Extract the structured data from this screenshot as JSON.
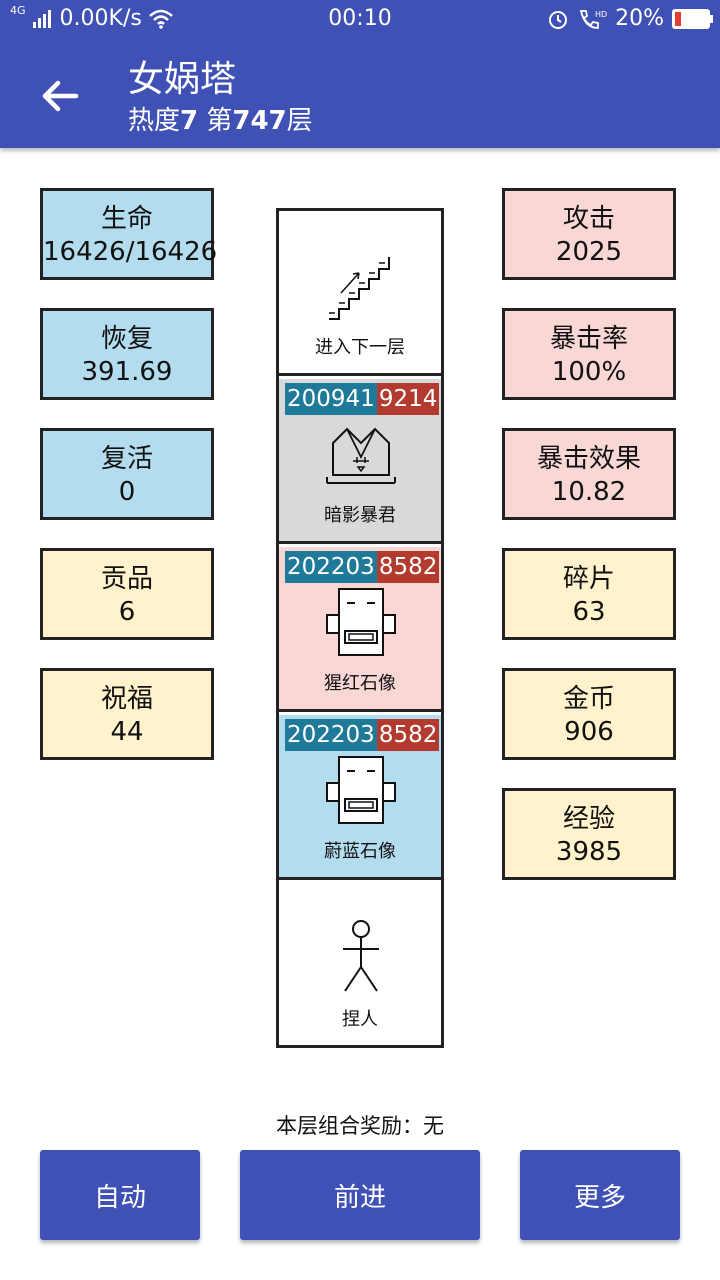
{
  "status_bar": {
    "network": "4G",
    "speed": "0.00K/s",
    "time": "00:10",
    "battery": "20%"
  },
  "app_bar": {
    "title": "女娲塔",
    "subtitle_prefix": "热度",
    "heat": "7",
    "floor_prefix": " 第",
    "floor": "747",
    "floor_suffix": "层"
  },
  "left_stats": [
    {
      "label": "生命",
      "value": "16426/16426"
    },
    {
      "label": "恢复",
      "value": "391.69"
    },
    {
      "label": "复活",
      "value": "0"
    },
    {
      "label": "贡品",
      "value": "6"
    },
    {
      "label": "祝福",
      "value": "44"
    }
  ],
  "right_stats": [
    {
      "label": "攻击",
      "value": "2025"
    },
    {
      "label": "暴击率",
      "value": "100%"
    },
    {
      "label": "暴击效果",
      "value": "10.82"
    },
    {
      "label": "碎片",
      "value": "63"
    },
    {
      "label": "金币",
      "value": "906"
    },
    {
      "label": "经验",
      "value": "3985"
    }
  ],
  "tower": [
    {
      "name": "进入下一层",
      "icon": "stairs-icon"
    },
    {
      "name": "暗影暴君",
      "hp": "200941",
      "atk": "9214",
      "icon": "tyrant-icon"
    },
    {
      "name": "猩红石像",
      "hp": "202203",
      "atk": "8582",
      "icon": "statue-icon"
    },
    {
      "name": "蔚蓝石像",
      "hp": "202203",
      "atk": "8582",
      "icon": "statue-icon"
    },
    {
      "name": "捏人",
      "icon": "stick-figure-icon"
    }
  ],
  "reward_text": "本层组合奖励：无",
  "buttons": {
    "auto": "自动",
    "advance": "前进",
    "more": "更多"
  },
  "colors": {
    "primary": "#3f51b5",
    "blue_box": "#b3dcef",
    "pink_box": "#f8d7d5",
    "cream_box": "#fff2cc",
    "hp_tag": "#1f7a9a",
    "atk_tag": "#b23a2e"
  }
}
